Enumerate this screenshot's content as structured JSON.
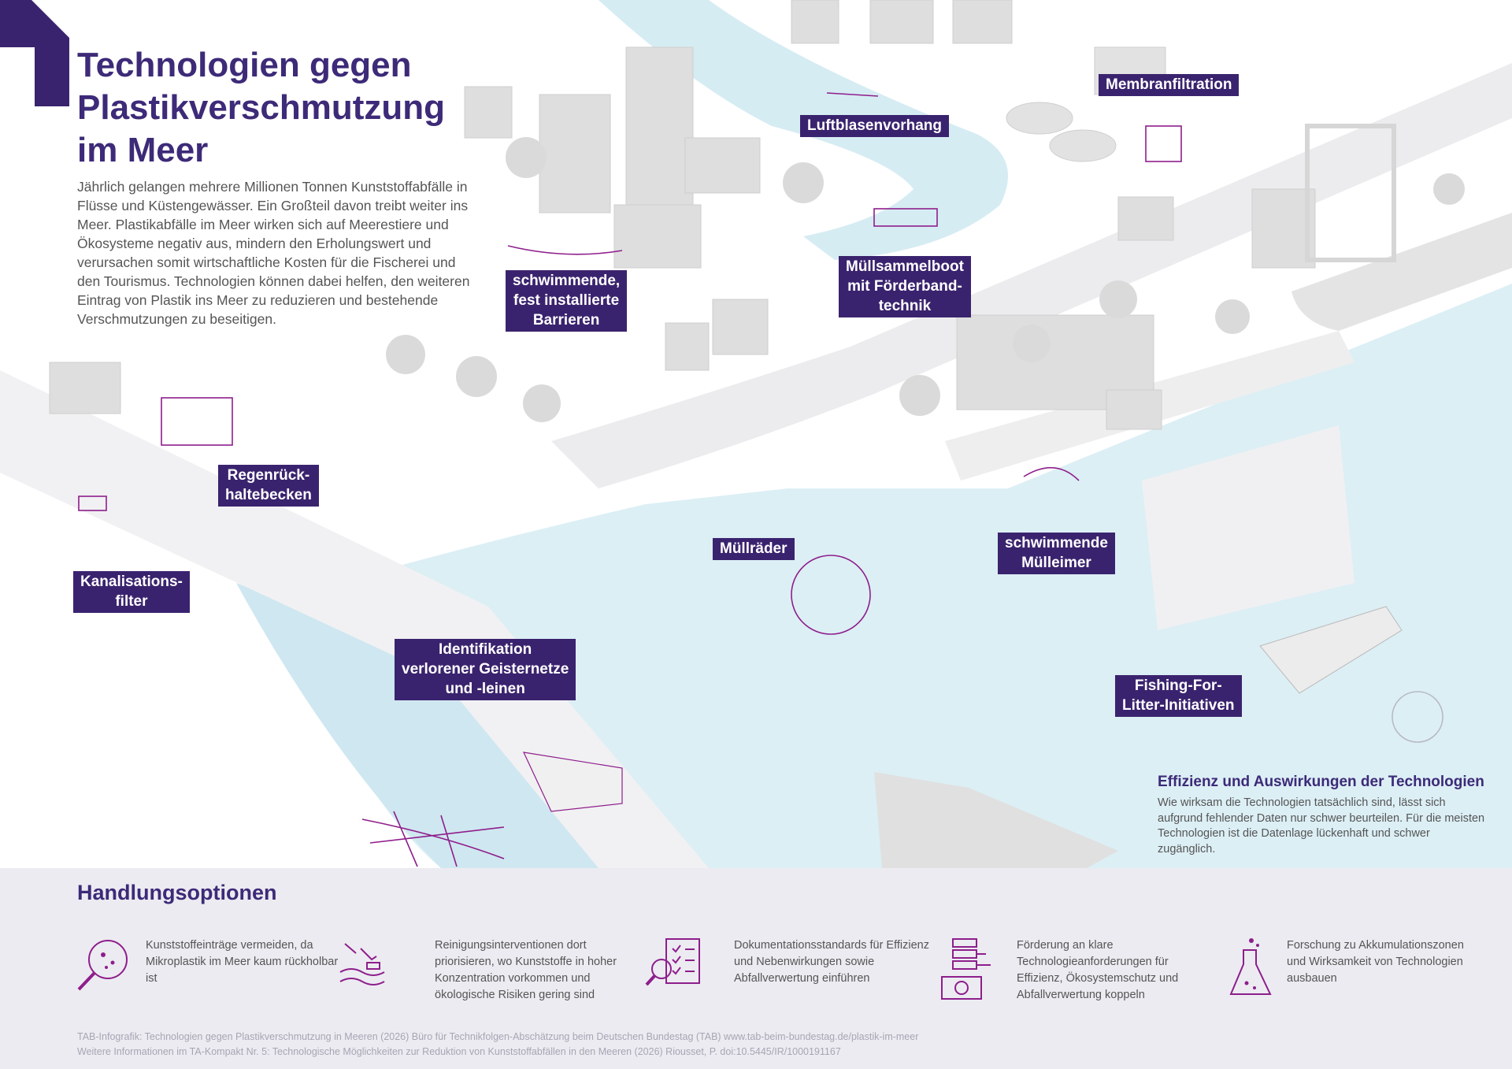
{
  "title": "Technologien gegen Plastikverschmutzung im Meer",
  "intro": "Jährlich gelangen mehrere Millionen Tonnen Kunststoffabfälle in Flüsse und Küstengewässer. Ein Großteil davon treibt weiter ins Meer. Plastikabfälle im Meer wirken sich auf Meerestiere und Ökosysteme negativ aus, mindern den Erholungswert und verursachen somit wirtschaftliche Kosten für die Fischerei und den Tourismus. Technologien können dabei helfen, den weiteren Eintrag von Plastik ins Meer zu reduzieren und bestehende Verschmutzungen zu beseitigen.",
  "labels": {
    "luftblasen": "Luftblasenvorhang",
    "membran": "Membranfiltration",
    "barrieren": "schwimmende,\nfest installierte\nBarrieren",
    "muellboot": "Müllsammelboot\nmit Förderband-\ntechnik",
    "regen": "Regenrück-\nhaltebecken",
    "kanal": "Kanalisations-\nfilter",
    "muellraeder": "Müllräder",
    "muelleimer": "schwimmende\nMülleimer",
    "geisternetze": "Identifikation\nverlorener Geisternetze\nund -leinen",
    "fishing": "Fishing-For-\nLitter-Initiativen"
  },
  "effizienz": {
    "title": "Effizienz und Auswirkungen der Technologien",
    "text": "Wie wirksam die Technologien tatsächlich sind, lässt sich aufgrund fehlender Daten nur schwer beurteilen. Für die meisten Technologien ist die Datenlage lückenhaft und schwer zugänglich."
  },
  "handlungsoptionen": {
    "title": "Handlungsoptionen",
    "items": [
      {
        "icon": "magnifier-microplastic-icon",
        "text": "Kunststoffeinträge vermeiden, da Mikroplastik im Meer kaum rückholbar ist"
      },
      {
        "icon": "polluted-water-icon",
        "text": "Reinigungsinterventionen dort priorisieren, wo Kunststoffe in hoher Konzentration vorkommen und ökologische Risiken gering sind"
      },
      {
        "icon": "document-checklist-icon",
        "text": "Dokumentationsstandards für Effizienz und Nebenwirkungen sowie Abfallverwertung einführen"
      },
      {
        "icon": "server-money-icon",
        "text": "Förderung an klare Technologieanforderungen für Effizienz, Ökosystemschutz und Abfallverwertung koppeln"
      },
      {
        "icon": "flask-icon",
        "text": "Forschung zu Akkumulationszonen und Wirksamkeit von Technologien ausbauen"
      }
    ]
  },
  "footer": {
    "line1": "TAB-Infografik: Technologien gegen Plastikverschmutzung in Meeren (2026) Büro für Technikfolgen-Abschätzung beim Deutschen Bundestag (TAB) www.tab-beim-bundestag.de/plastik-im-meer",
    "line2": "Weitere Informationen im TA-Kompakt Nr. 5: Technologische Möglichkeiten zur Reduktion von Kunststoffabfällen in den Meeren (2026) Riousset, P.   doi:10.5445/IR/1000191167"
  },
  "colors": {
    "brand": "#3a236e",
    "accent": "#8e1e8c",
    "water": "#d6ecf3",
    "building": "#dcdcdc"
  }
}
